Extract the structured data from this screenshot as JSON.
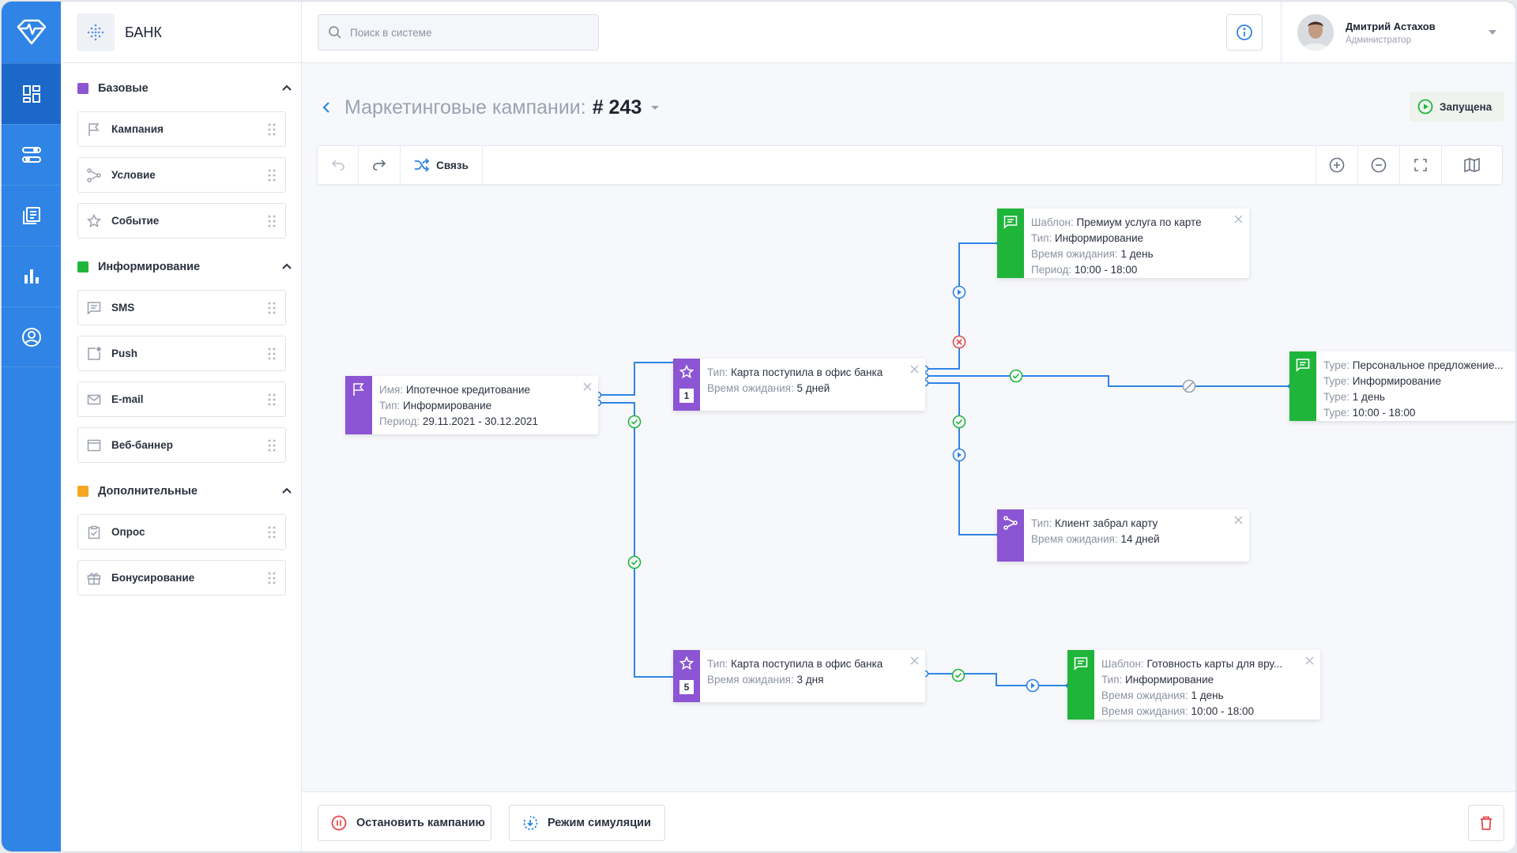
{
  "brand": {
    "name": "БАНК"
  },
  "search": {
    "placeholder": "Поиск в системе"
  },
  "user": {
    "name": "Дмитрий Астахов",
    "role": "Администратор"
  },
  "page": {
    "title_label": "Маркетинговые кампании:",
    "title_number": "# 243"
  },
  "status": {
    "label": "Запущена",
    "color": "#1fb53a"
  },
  "toolbar": {
    "link_label": "Связь"
  },
  "colors": {
    "primary": "#2f84e5",
    "purple": "#8b55d3",
    "green": "#1fb53a",
    "orange": "#f5a623",
    "danger": "#e5484d"
  },
  "palette": {
    "groups": [
      {
        "label": "Базовые",
        "items": [
          "Кампания",
          "Условие",
          "Событие"
        ]
      },
      {
        "label": "Информирование",
        "items": [
          "SMS",
          "Push",
          "E-mail",
          "Веб-баннер"
        ]
      },
      {
        "label": "Дополнительные",
        "items": [
          "Опрос",
          "Бонусирование"
        ]
      }
    ]
  },
  "nodes": {
    "campaign": {
      "l1k": "Имя:",
      "l1v": "Ипотечное кредитование",
      "l2k": "Тип:",
      "l2v": "Информирование",
      "l3k": "Период:",
      "l3v": "29.11.2021 - 30.12.2021"
    },
    "event1": {
      "badge": "1",
      "l1k": "Тип:",
      "l1v": "Карта поступила в офис банка",
      "l2k": "Время ожидания:",
      "l2v": "5 дней"
    },
    "event5": {
      "badge": "5",
      "l1k": "Тип:",
      "l1v": "Карта поступила в офис банка",
      "l2k": "Время ожидания:",
      "l2v": "3 дня"
    },
    "template_premium": {
      "l1k": "Шаблон:",
      "l1v": "Премиум услуга по карте",
      "l2k": "Тип:",
      "l2v": "Информирование",
      "l3k": "Время ожидания:",
      "l3v": "1 день",
      "l4k": "Период:",
      "l4v": "10:00 - 18:00"
    },
    "personal_offer": {
      "l1k": "Type:",
      "l1v": "Персональное предложение...",
      "l2k": "Type:",
      "l2v": "Информирование",
      "l3k": "Type:",
      "l3v": "1 день",
      "l4k": "Type:",
      "l4v": "10:00 - 18:00"
    },
    "condition": {
      "l1k": "Тип:",
      "l1v": "Клиент забрал карту",
      "l2k": "Время ожидания:",
      "l2v": "14 дней"
    },
    "template_ready": {
      "l1k": "Шаблон:",
      "l1v": "Готовность карты для вру...",
      "l2k": "Тип:",
      "l2v": "Информирование",
      "l3k": "Время ожидания:",
      "l3v": "1 день",
      "l4k": "Время ожидания:",
      "l4v": "10:00 - 18:00"
    }
  },
  "bottom": {
    "stop_label": "Остановить кампанию",
    "simulation_label": "Режим симуляции"
  }
}
